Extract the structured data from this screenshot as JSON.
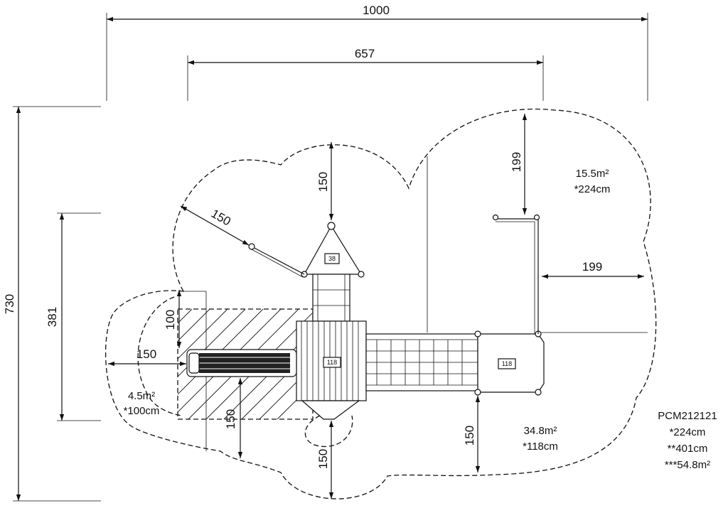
{
  "drawing": {
    "overall_width": "1000",
    "structure_width": "657",
    "overall_depth": "730",
    "structure_depth": "381",
    "clearance_labels": {
      "top_tower": "150",
      "diagonal": "150",
      "right_top": "199",
      "right_side": "199",
      "left_vertical": "100",
      "left_horizontal": "150",
      "bottom_left": "150",
      "bottom_center": "150",
      "bottom_right": "150"
    },
    "zones": {
      "upper_right": {
        "area": "15.5m²",
        "height": "*224cm"
      },
      "left": {
        "area": "4.5m²",
        "height": "*100cm"
      },
      "lower": {
        "area": "34.8m²",
        "height": "*118cm"
      }
    },
    "platform_tags": {
      "roof": "38",
      "deck_left": "118",
      "deck_right": "118"
    },
    "product": {
      "code": "PCM212121",
      "height": "*224cm",
      "length": "**401cm",
      "area": "***54.8m²"
    }
  }
}
